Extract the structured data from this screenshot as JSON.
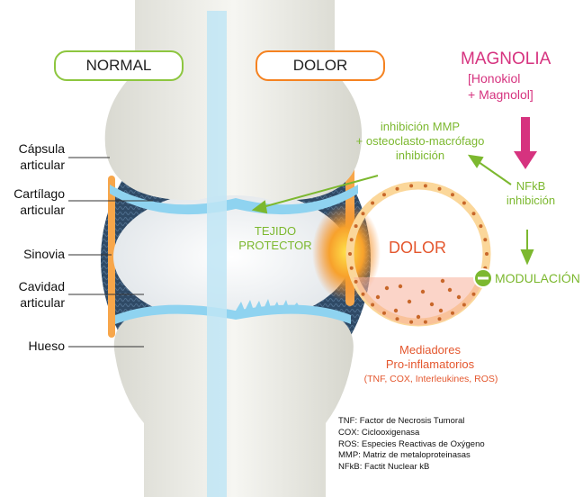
{
  "labels": {
    "normal": "NORMAL",
    "dolor_header": "DOLOR",
    "magnolia": "MAGNOLIA",
    "honokiol": "[Honokiol",
    "magnolol": "+ Magnolol]",
    "capsula_1": "Cápsula",
    "capsula_2": "articular",
    "cartilago_1": "Cartílago",
    "cartilago_2": "articular",
    "sinovia": "Sinovia",
    "cavidad_1": "Cavidad",
    "cavidad_2": "articular",
    "hueso": "Hueso",
    "inhibicion_mmp_1": "inhibición MMP",
    "inhibicion_mmp_2": "+ osteoclasto-macrófago",
    "inhibicion_mmp_3": "inhibición",
    "nfkb_1": "NFkB",
    "nfkb_2": "inhibición",
    "tejido_1": "TEJIDO",
    "tejido_2": "PROTECTOR",
    "dolor_center": "DOLOR",
    "modulacion": "MODULACIÓN",
    "mediadores_1": "Mediadores",
    "mediadores_2": "Pro-inflamatorios",
    "mediadores_3": "(TNF, COX, Interleukines, ROS)",
    "minus_sign": "−"
  },
  "legend": [
    "TNF: Factor de Necrosis Tumoral",
    "COX: Ciclooxigenasa",
    "ROS: Especies Reactivas de Oxýgeno",
    "MMP: Matriz de metaloproteinasas",
    "NFkB: Factit Nuclear kB"
  ],
  "colors": {
    "normal_border": "#8dc63f",
    "dolor_border": "#f58220",
    "magnolia": "#d6337f",
    "green": "#7cb82f",
    "orange_red": "#e4572e",
    "capsule": "#33506e",
    "cartilage": "#8fd3f0",
    "bone": "#e9e9e2"
  },
  "icons": {
    "arrow_down": "magnolia-down-arrow-icon",
    "minus": "minus-circle-icon"
  }
}
